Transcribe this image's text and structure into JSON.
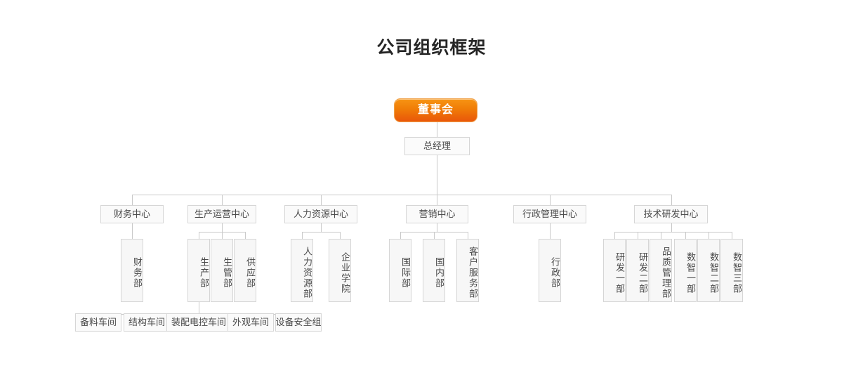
{
  "title": "公司组织框架",
  "root": {
    "label": "董事会",
    "color": "#ee6a0a"
  },
  "general_manager": {
    "label": "总经理"
  },
  "centers": [
    {
      "label": "财务中心",
      "departments": [
        {
          "label": "财务部"
        }
      ]
    },
    {
      "label": "生产运营中心",
      "departments": [
        {
          "label": "生产部"
        },
        {
          "label": "生管部"
        },
        {
          "label": "供应部"
        }
      ]
    },
    {
      "label": "人力资源中心",
      "departments": [
        {
          "label": "人力资源部"
        },
        {
          "label": "企业学院"
        }
      ]
    },
    {
      "label": "营销中心",
      "departments": [
        {
          "label": "国际部"
        },
        {
          "label": "国内部"
        },
        {
          "label": "客户服务部"
        }
      ]
    },
    {
      "label": "行政管理中心",
      "departments": [
        {
          "label": "行政部"
        }
      ]
    },
    {
      "label": "技术研发中心",
      "departments": [
        {
          "label": "研发一部"
        },
        {
          "label": "研发二部"
        },
        {
          "label": "品质管理部"
        },
        {
          "label": "数智一部"
        },
        {
          "label": "数智二部"
        },
        {
          "label": "数智三部"
        }
      ]
    }
  ],
  "workshops": [
    {
      "label": "备料车间"
    },
    {
      "label": "结构车间"
    },
    {
      "label": "装配电控车间"
    },
    {
      "label": "外观车间"
    },
    {
      "label": "设备安全组"
    }
  ]
}
